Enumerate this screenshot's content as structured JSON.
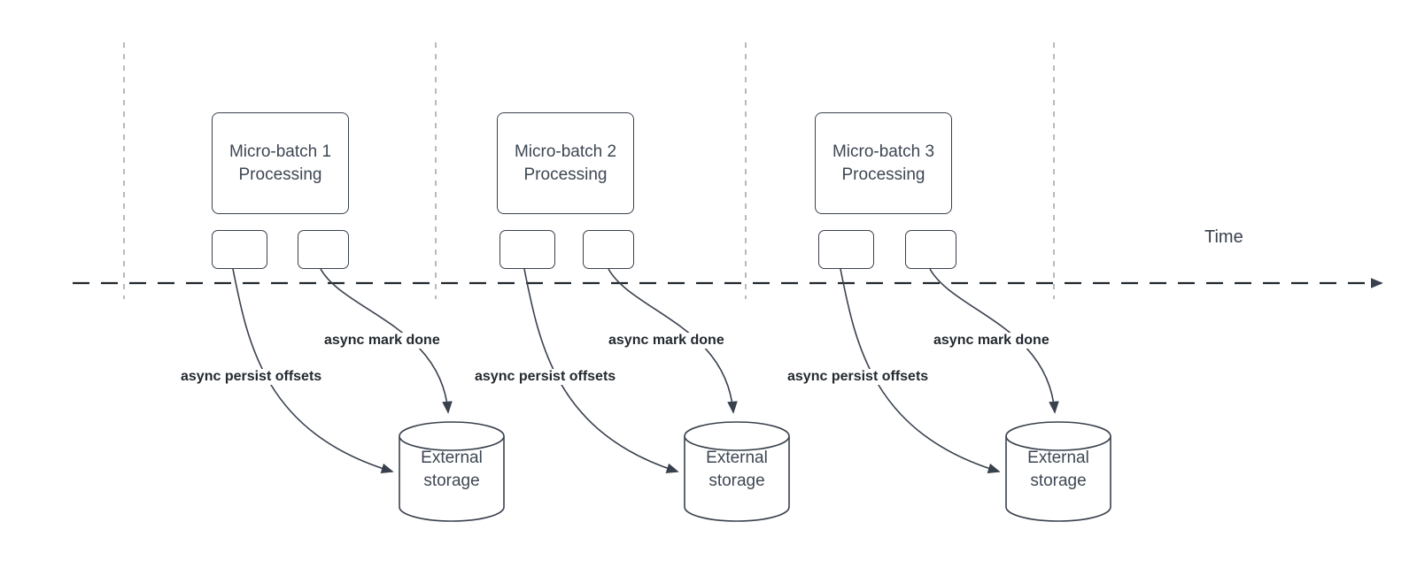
{
  "diagram": {
    "title_semantics": "micro-batch timeline with async writes to external storage",
    "time_axis": {
      "label": "Time"
    },
    "colors": {
      "background": "#ffffff",
      "shape_stroke": "#39414d",
      "node_text": "#3e4753",
      "bold_label_text": "#23292f",
      "grid_line": "#a8a8a8",
      "axis_line": "#20272e"
    },
    "columns": [
      {
        "processing_label": "Micro-batch 1 Processing",
        "persist_arrow_label": "async persist offsets",
        "mark_done_arrow_label": "async mark done",
        "storage_label": "External storage"
      },
      {
        "processing_label": "Micro-batch 2 Processing",
        "persist_arrow_label": "async persist offsets",
        "mark_done_arrow_label": "async mark done",
        "storage_label": "External storage"
      },
      {
        "processing_label": "Micro-batch 3 Processing",
        "persist_arrow_label": "async persist offsets",
        "mark_done_arrow_label": "async mark done",
        "storage_label": "External storage"
      }
    ]
  }
}
